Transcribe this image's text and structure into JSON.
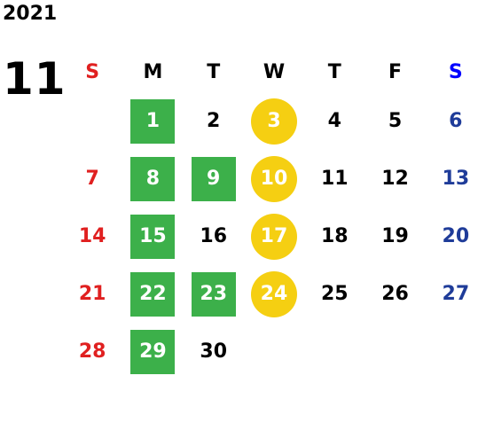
{
  "year": "2021",
  "month": "11",
  "weekdays": [
    "S",
    "M",
    "T",
    "W",
    "T",
    "F",
    "S"
  ],
  "weeks": [
    [
      {
        "d": ""
      },
      {
        "d": "1",
        "m": "green"
      },
      {
        "d": "2"
      },
      {
        "d": "3",
        "m": "yellow"
      },
      {
        "d": "4"
      },
      {
        "d": "5"
      },
      {
        "d": "6"
      }
    ],
    [
      {
        "d": "7"
      },
      {
        "d": "8",
        "m": "green"
      },
      {
        "d": "9",
        "m": "green"
      },
      {
        "d": "10",
        "m": "yellow"
      },
      {
        "d": "11"
      },
      {
        "d": "12"
      },
      {
        "d": "13"
      }
    ],
    [
      {
        "d": "14"
      },
      {
        "d": "15",
        "m": "green"
      },
      {
        "d": "16"
      },
      {
        "d": "17",
        "m": "yellow"
      },
      {
        "d": "18"
      },
      {
        "d": "19"
      },
      {
        "d": "20"
      }
    ],
    [
      {
        "d": "21"
      },
      {
        "d": "22",
        "m": "green"
      },
      {
        "d": "23",
        "m": "green"
      },
      {
        "d": "24",
        "m": "yellow"
      },
      {
        "d": "25"
      },
      {
        "d": "26"
      },
      {
        "d": "27"
      }
    ],
    [
      {
        "d": "28"
      },
      {
        "d": "29",
        "m": "green"
      },
      {
        "d": "30"
      },
      {
        "d": ""
      },
      {
        "d": ""
      },
      {
        "d": ""
      },
      {
        "d": ""
      }
    ]
  ],
  "colors": {
    "green_square": "#3cb04a",
    "yellow_circle": "#f5cf12",
    "sunday": "#e02020",
    "saturday": "#1f3c99"
  }
}
